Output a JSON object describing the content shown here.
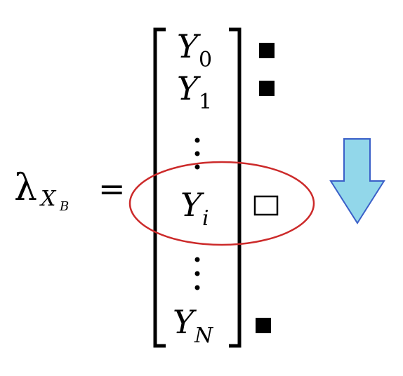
{
  "equation": {
    "lhs_symbol": "λ",
    "lhs_sub_main": "X",
    "lhs_sub_sub": "B",
    "equals": "="
  },
  "vector": {
    "entries": [
      {
        "base": "Y",
        "sub": "0",
        "marker": "filled"
      },
      {
        "base": "Y",
        "sub": "1",
        "marker": "filled"
      },
      {
        "base": "⋮",
        "sub": "",
        "marker": "none"
      },
      {
        "base": "Y",
        "sub": "i",
        "marker": "empty"
      },
      {
        "base": "⋮",
        "sub": "",
        "marker": "none"
      },
      {
        "base": "Y",
        "sub": "N",
        "marker": "filled"
      }
    ]
  },
  "colors": {
    "ellipse_stroke": "#cc2a2a",
    "arrow_fill": "#92d7ea",
    "arrow_stroke": "#3a5fc8",
    "ink": "#000000"
  },
  "icons": {
    "arrow": "down-arrow-icon",
    "filled_marker": "filled-square-icon",
    "empty_marker": "empty-square-icon"
  }
}
